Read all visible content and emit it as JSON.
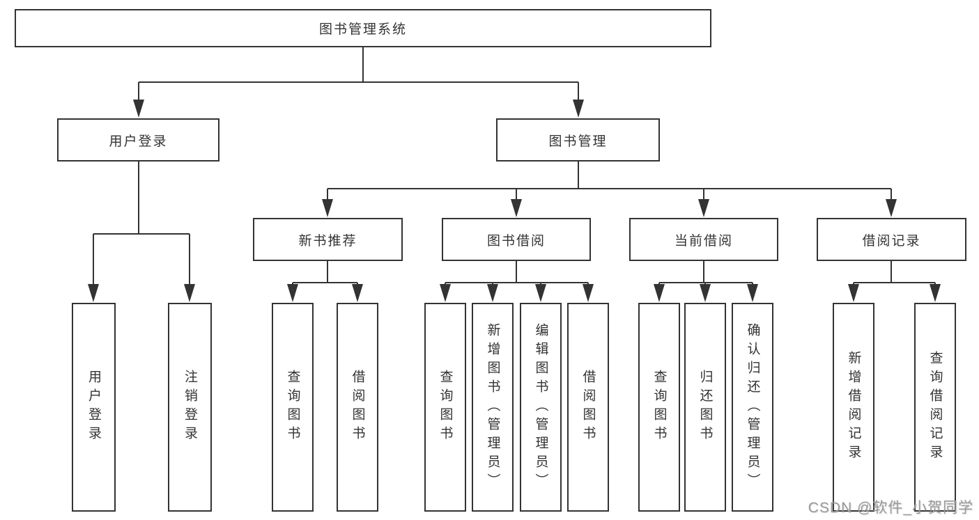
{
  "diagram": {
    "title": "图书管理系统",
    "level2": {
      "user_login": "用户登录",
      "book_management": "图书管理"
    },
    "level3": {
      "new_book_recommend": "新书推荐",
      "book_borrow": "图书借阅",
      "current_borrow": "当前借阅",
      "borrow_records": "借阅记录"
    },
    "leaves": {
      "user_login": [
        "用户登录",
        "注销登录"
      ],
      "new_book_recommend": [
        "查询图书",
        "借阅图书"
      ],
      "book_borrow": [
        "查询图书",
        "新增图书（管理员）",
        "编辑图书（管理员）",
        "借阅图书"
      ],
      "current_borrow": [
        "查询图书",
        "归还图书",
        "确认归还（管理员）"
      ],
      "borrow_records": [
        "新增借阅记录",
        "查询借阅记录"
      ]
    },
    "watermark": "CSDN @软件_小贺同学",
    "colors": {
      "line": "#333333",
      "box_fill": "#ffffff",
      "text": "#333333",
      "watermark_text": "#9c9c9c",
      "background": "#ffffff"
    }
  }
}
